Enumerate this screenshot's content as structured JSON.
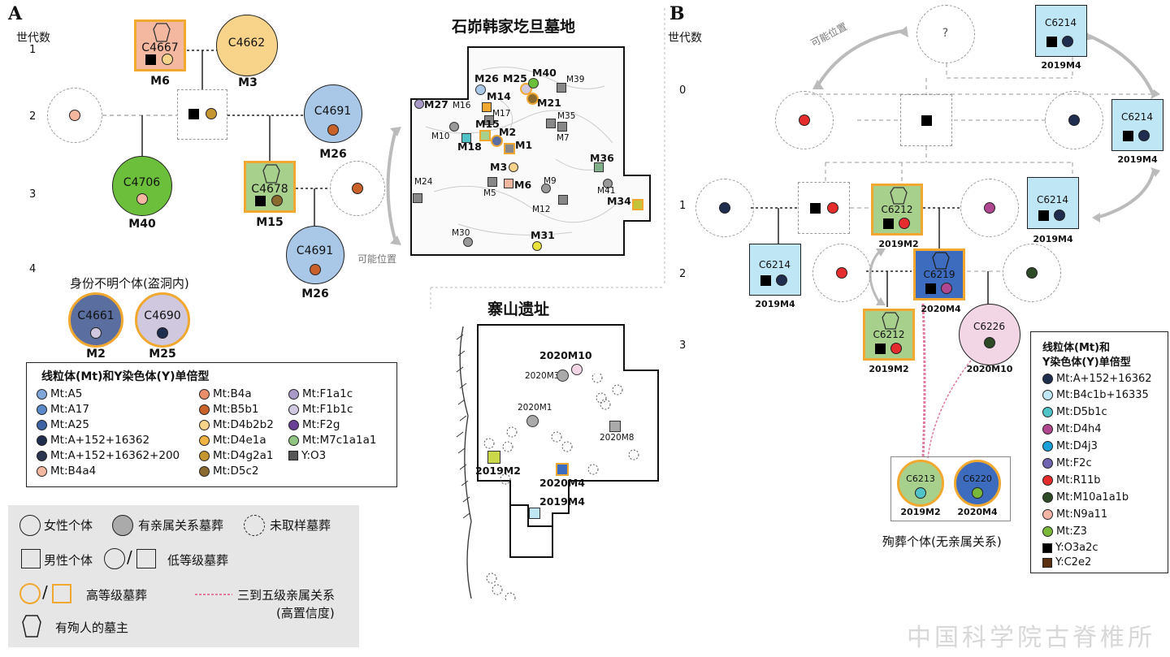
{
  "panelA": {
    "label": "A",
    "gen_title": "世代数",
    "generations": [
      "1",
      "2",
      "3",
      "4"
    ],
    "individuals": {
      "c4667": {
        "id": "C4667",
        "tomb": "M6"
      },
      "c4662": {
        "id": "C4662",
        "tomb": "M3"
      },
      "c4691a": {
        "id": "C4691",
        "tomb": "M26"
      },
      "c4706": {
        "id": "C4706",
        "tomb": "M40"
      },
      "c4678": {
        "id": "C4678",
        "tomb": "M15"
      },
      "c4691b": {
        "id": "C4691",
        "tomb": "M26"
      },
      "c4661": {
        "id": "C4661",
        "tomb": "M2"
      },
      "c4690": {
        "id": "C4690",
        "tomb": "M25"
      }
    },
    "possible_position": "可能位置",
    "unknown_title": "身份不明个体(盗洞内)",
    "haplo_legend": {
      "title": "线粒体(Mt)和Y染色体(Y)单倍型",
      "items": [
        {
          "label": "Mt:A5",
          "color": "#7ea6d8"
        },
        {
          "label": "Mt:A17",
          "color": "#5b89c9"
        },
        {
          "label": "Mt:A25",
          "color": "#3d63a4"
        },
        {
          "label": "Mt:A+152+16362",
          "color": "#1f2d4e"
        },
        {
          "label": "Mt:A+152+16362+200",
          "color": "#2c3550"
        },
        {
          "label": "Mt:B4a4",
          "color": "#f4b8a0"
        },
        {
          "label": "Mt:B4a",
          "color": "#e98e69"
        },
        {
          "label": "Mt:B5b1",
          "color": "#c8612a"
        },
        {
          "label": "Mt:D4b2b2",
          "color": "#f8d38a"
        },
        {
          "label": "Mt:D4e1a",
          "color": "#f0b343"
        },
        {
          "label": "Mt:D4g2a1",
          "color": "#c59532"
        },
        {
          "label": "Mt:D5c2",
          "color": "#8a6a2e"
        },
        {
          "label": "Mt:F1a1c",
          "color": "#a99ac9"
        },
        {
          "label": "Mt:F1b1c",
          "color": "#cfc8df"
        },
        {
          "label": "Mt:F2g",
          "color": "#6a3f96"
        },
        {
          "label": "Mt:M7c1a1a1",
          "color": "#8fc481"
        },
        {
          "label": "Y:O3",
          "color": "#555555"
        }
      ]
    },
    "sym_legend": {
      "female": "女性个体",
      "kin_burial": "有亲属关系墓葬",
      "unsampled": "未取样墓葬",
      "male": "男性个体",
      "low_rank": "低等级墓葬",
      "high_rank": "高等级墓葬",
      "distant_kin": "三到五级亲属关系",
      "distant_kin_note": "(高置信度)",
      "sacrifice_owner": "有殉人的墓主"
    }
  },
  "site1": {
    "title": "石峁韩家圪旦墓地",
    "labels": [
      "M26",
      "M25",
      "M40",
      "M39",
      "M27",
      "M16",
      "M14",
      "M21",
      "M17",
      "M35",
      "M15",
      "M10",
      "M18",
      "M2",
      "M1",
      "M7",
      "M36",
      "M3",
      "M6",
      "M9",
      "M24",
      "M5",
      "M41",
      "M34",
      "M12",
      "M30",
      "M31"
    ]
  },
  "site2": {
    "title": "寨山遗址",
    "labels": [
      "2020M10",
      "2020M3",
      "2020M1",
      "2020M8",
      "2019M2",
      "2020M4",
      "2019M4"
    ]
  },
  "panelB": {
    "label": "B",
    "gen_title": "世代数",
    "generations": [
      "0",
      "1",
      "2",
      "3"
    ],
    "unknown": "?",
    "possible_position": "可能位置",
    "individuals": {
      "c6214a": {
        "id": "C6214",
        "tomb": "2019M4"
      },
      "c6214b": {
        "id": "C6214",
        "tomb": "2019M4"
      },
      "c6214c": {
        "id": "C6214",
        "tomb": "2019M4"
      },
      "c6214d": {
        "id": "C6214",
        "tomb": "2019M4"
      },
      "c6212a": {
        "id": "C6212",
        "tomb": "2019M2"
      },
      "c6219": {
        "id": "C6219",
        "tomb": "2020M4"
      },
      "c6212b": {
        "id": "C6212",
        "tomb": "2019M2"
      },
      "c6226": {
        "id": "C6226",
        "tomb": "2020M10"
      },
      "c6213": {
        "id": "C6213",
        "tomb": "2019M2"
      },
      "c6220": {
        "id": "C6220",
        "tomb": "2020M4"
      }
    },
    "sacrifice_note": "殉葬个体(无亲属关系)",
    "haplo_legend": {
      "title_line1": "线粒体(Mt)和",
      "title_line2": "Y染色体(Y)单倍型",
      "items": [
        {
          "label": "Mt:A+152+16362",
          "color": "#1f2d4e"
        },
        {
          "label": "Mt:B4c1b+16335",
          "color": "#bfe6f5"
        },
        {
          "label": "Mt:D5b1c",
          "color": "#4fc3c7"
        },
        {
          "label": "Mt:D4h4",
          "color": "#b0468f"
        },
        {
          "label": "Mt:D4j3",
          "color": "#1aa0d8"
        },
        {
          "label": "Mt:F2c",
          "color": "#6f64b0"
        },
        {
          "label": "Mt:R11b",
          "color": "#e52d2d"
        },
        {
          "label": "Mt:M10a1a1b",
          "color": "#2f4a26"
        },
        {
          "label": "Mt:N9a11",
          "color": "#f3b5a8"
        },
        {
          "label": "Mt:Z3",
          "color": "#7ab839"
        },
        {
          "label": "Y:O3a2c",
          "color": "#000000"
        },
        {
          "label": "Y:C2e2",
          "color": "#5a3010"
        }
      ]
    }
  },
  "watermark": "中国科学院古脊椎所"
}
